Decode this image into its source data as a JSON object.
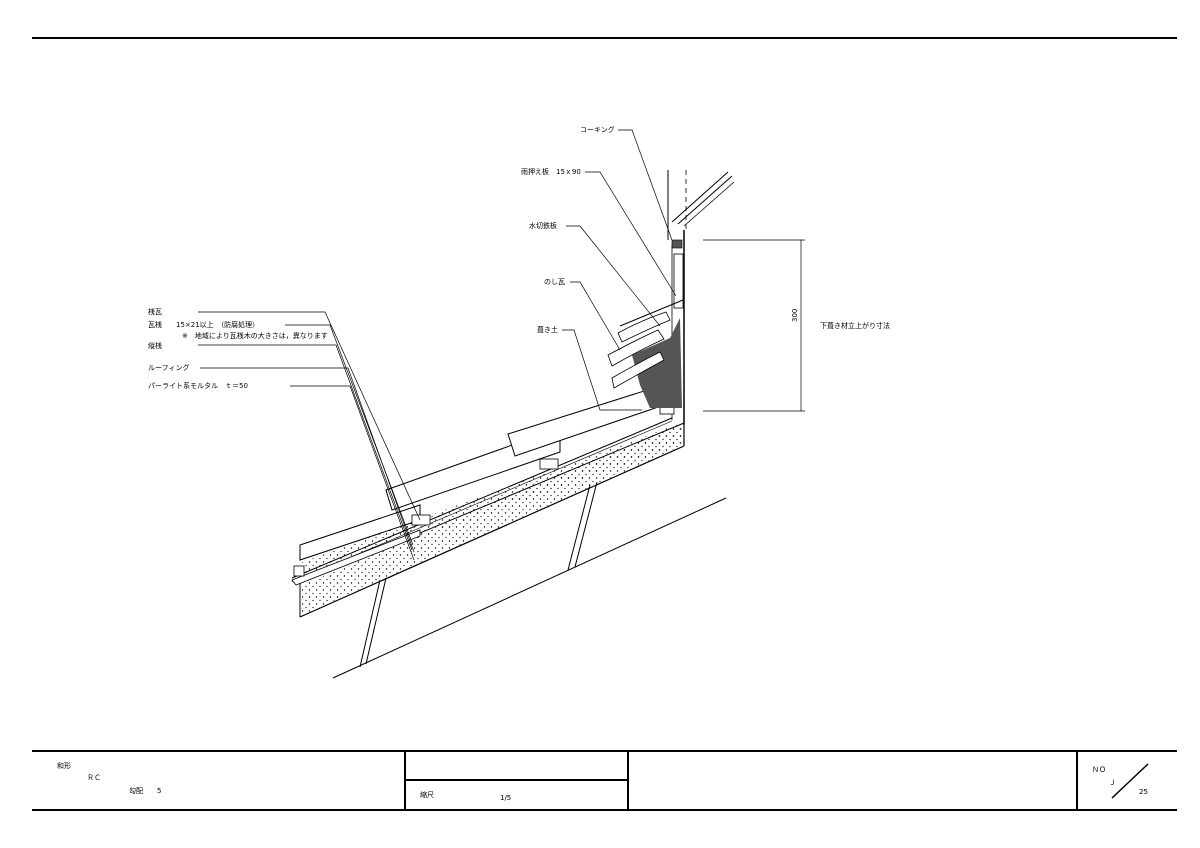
{
  "callouts": {
    "caulking": "コーキング",
    "rain_board": "雨押え板　15ｘ90",
    "flashing": "水切鉄板",
    "noshi_tile": "のし瓦",
    "fill_soil": "葺き土",
    "sleeve_tile": "桟瓦",
    "batten": "瓦桟　　15×21以上　（防腐処理）",
    "batten_note": "※　地域により瓦桟木の大きさは，異なります",
    "vertical_batten": "縦桟",
    "roofing": "ルーフィング",
    "mortar": "パーライト系モルタル　ｔ＝50"
  },
  "dimension": {
    "value": "300",
    "note": "下葺き材立上がり寸法"
  },
  "title_block": {
    "roof_shape": "和形",
    "structure": "ＲＣ",
    "pitch": "勾配　　5",
    "scale_label": "縮尺",
    "scale_value": "1/5",
    "no_label": "ＮＯ",
    "no_letter": "Ｊ",
    "no_number": "25"
  }
}
